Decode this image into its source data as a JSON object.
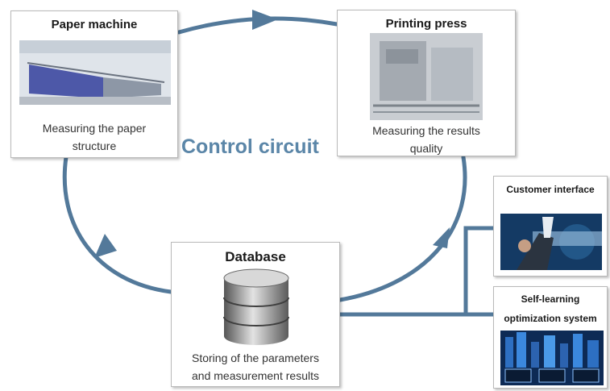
{
  "diagram": {
    "center_label": "Control circuit",
    "colors": {
      "arrow": "#53799a",
      "label": "#5b86a8",
      "border": "#b9b9b9"
    },
    "nodes": {
      "paper_machine": {
        "title": "Paper machine",
        "line1": "Measuring the paper",
        "line2": "structure",
        "image": "paper-machine-photo"
      },
      "printing_press": {
        "title": "Printing press",
        "line1": "Measuring the results",
        "line2": "quality",
        "image": "printing-press-photo"
      },
      "database": {
        "title": "Database",
        "line1": "Storing of the parameters",
        "line2": "and measurement results",
        "image": "database-cylinder-icon"
      },
      "customer_interface": {
        "title": "Customer interface",
        "image": "touchscreen-photo"
      },
      "optimization": {
        "title_line1": "Self-learning",
        "title_line2": "optimization system",
        "image": "monitors-city-photo"
      }
    }
  }
}
